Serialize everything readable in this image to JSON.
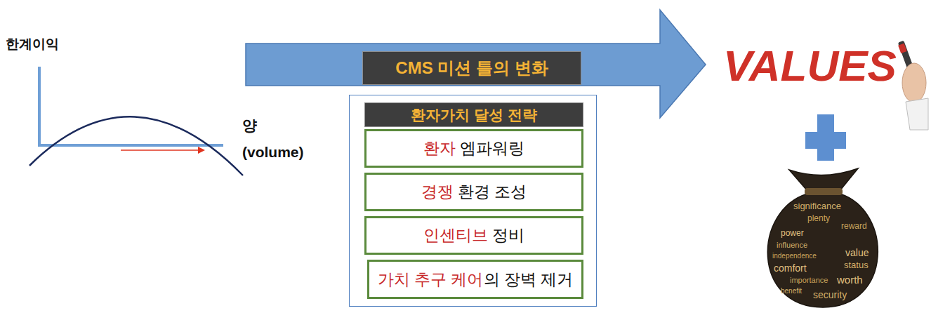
{
  "diagram": {
    "nodes": [
      {
        "text": [
          "CMS 미션 틀의 변화"
        ]
      },
      {
        "text": [
          "환자가치 달성 전략"
        ]
      },
      {
        "text": [
          "환자",
          "엠파워링"
        ],
        "in": 1
      },
      {
        "text": [
          "경쟁",
          "환경 조성"
        ],
        "in": 1
      },
      {
        "text": [
          "인센티브",
          "정비"
        ],
        "in": 1
      },
      {
        "text": [
          "가치 추구 케어",
          "의 장벽 제거"
        ],
        "in": 1
      }
    ],
    "labels": [
      "한계이익",
      "양 (volume)",
      "VALUES",
      "significance",
      "plenty",
      "power",
      "reward",
      "influence",
      "independence",
      "comfort",
      "value",
      "status",
      "importance",
      "benefit",
      "worth",
      "security"
    ]
  }
}
